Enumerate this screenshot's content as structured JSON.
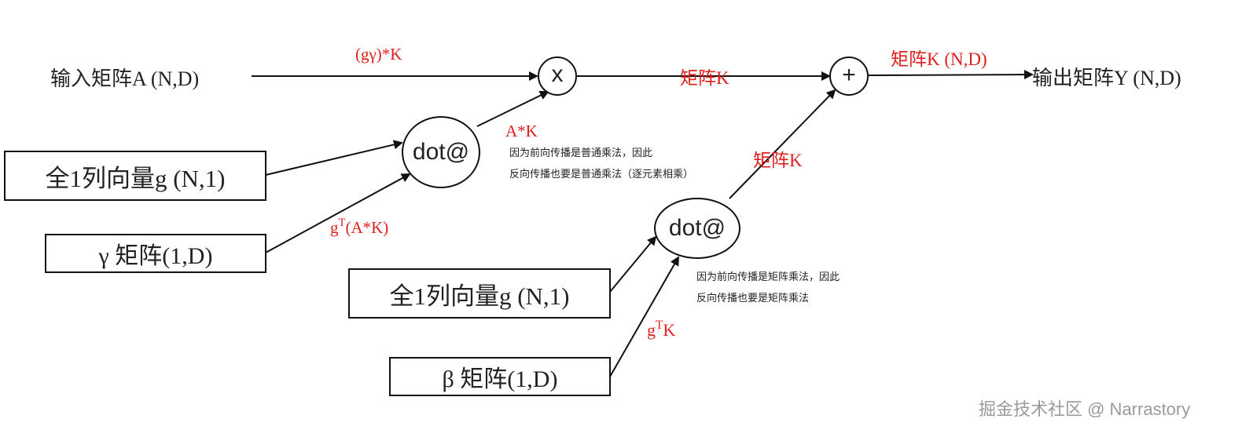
{
  "inputs": {
    "matrix_a": "输入矩阵A (N,D)",
    "ones_vector_top": "全1列向量g (N,1)",
    "gamma_matrix": "γ 矩阵(1,D)",
    "ones_vector_bottom": "全1列向量g (N,1)",
    "beta_matrix": "β 矩阵(1,D)"
  },
  "nodes": {
    "multiply": "x",
    "dot_top": "dot@",
    "dot_bottom": "dot@",
    "add": "+"
  },
  "output": {
    "matrix_y": "输出矩阵Y (N,D)"
  },
  "edge_labels": {
    "g_gamma_k": "(gγ)*K",
    "a_k": "A*K",
    "g_t_prefix": "g",
    "g_t_sup": "T",
    "g_t_rest": "(A*K)",
    "matrix_k_mid": "矩阵K",
    "matrix_k_diag": "矩阵K",
    "matrix_k_out": "矩阵K  (N,D)",
    "gtk_prefix": "g",
    "gtk_sup": "T",
    "gtk_rest": "K"
  },
  "notes": {
    "top_line1": "因为前向传播是普通乘法，因此",
    "top_line2": "反向传播也要是普通乘法（逐元素相乘）",
    "bottom_line1": "因为前向传播是矩阵乘法，因此",
    "bottom_line2": "反向传播也要是矩阵乘法"
  },
  "watermark": "掘金技术社区 @ Narrastory",
  "colors": {
    "edge_label": "#e0201e",
    "stroke": "#111111"
  }
}
